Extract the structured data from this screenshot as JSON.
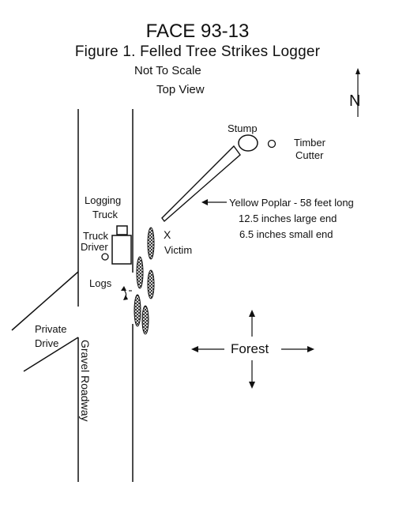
{
  "header": {
    "report_id": "FACE 93-13",
    "figure_title": "Figure 1.  Felled Tree Strikes Logger",
    "scale_note": "Not To Scale",
    "view_note": "Top View"
  },
  "compass": {
    "north_label": "N",
    "icon": "north-arrow-icon"
  },
  "labels": {
    "stump": "Stump",
    "timber_cutter_line1": "Timber",
    "timber_cutter_line2": "Cutter",
    "tree_line1": "Yellow Poplar - 58 feet long",
    "tree_line2": "12.5 inches large end",
    "tree_line3": "6.5 inches small end",
    "logging_truck_line1": "Logging",
    "logging_truck_line2": "Truck",
    "truck_driver_line1": "Truck",
    "truck_driver_line2": "Driver",
    "victim_mark": "X",
    "victim": "Victim",
    "logs": "Logs",
    "forest": "Forest",
    "private_drive_line1": "Private",
    "private_drive_line2": "Drive",
    "gravel_roadway": "Gravel Roadway"
  },
  "colors": {
    "ink": "#111111",
    "background": "#ffffff"
  }
}
